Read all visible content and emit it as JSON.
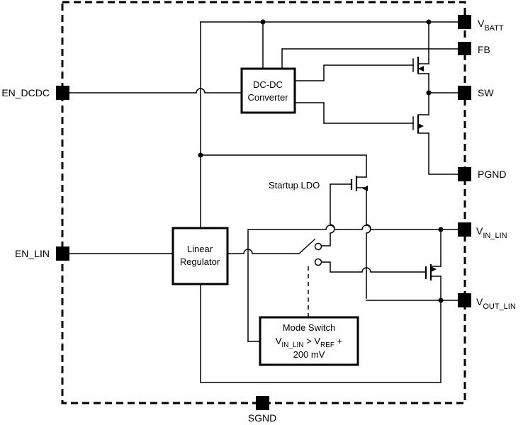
{
  "blocks": {
    "dcdc": {
      "line1": "DC-DC",
      "line2": "Converter"
    },
    "linear": {
      "line1": "Linear",
      "line2": "Regulator"
    },
    "mode_switch": {
      "line1": "Mode Switch",
      "line2_v1": "V",
      "line2_v1_sub": "IN_LIN",
      "line2_op": " > V",
      "line2_v2_sub": "REF",
      "line2_tail": " +",
      "line3": "200 mV"
    }
  },
  "labels": {
    "startup_ldo": "Startup LDO"
  },
  "pins": {
    "vbatt": {
      "main": "V",
      "sub": "BATT"
    },
    "fb": "FB",
    "sw": "SW",
    "pgnd": "PGND",
    "vin_lin": {
      "main": "V",
      "sub": "IN_LIN"
    },
    "vout_lin": {
      "main": "V",
      "sub": "OUT_LIN"
    },
    "en_dcdc": "EN_DCDC",
    "en_lin": "EN_LIN",
    "sgnd": "SGND"
  },
  "colors": {
    "line": "#000000",
    "background": "#ffffff"
  }
}
